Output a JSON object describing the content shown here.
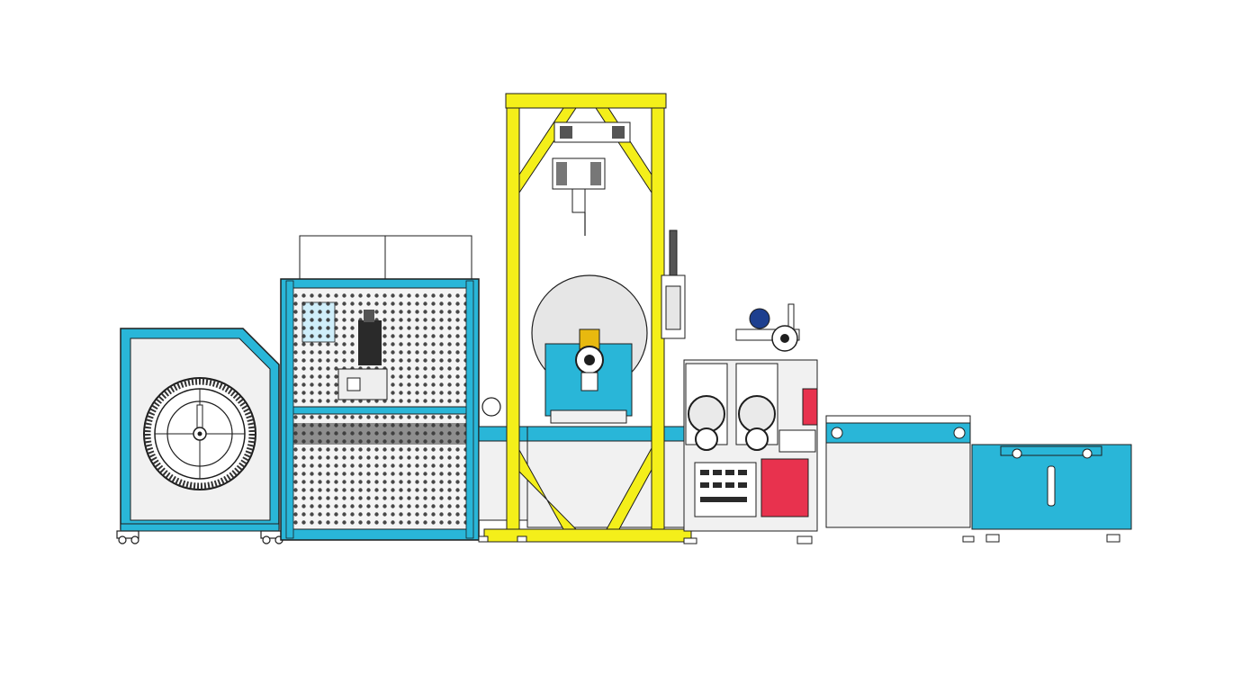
{
  "figure": {
    "kind": "machine line side elevation (CAD line drawing)",
    "text_labels": []
  },
  "palette": {
    "background": "#ffffff",
    "frame_cyan": "#29b6d8",
    "panel_light": "#f1f1f1",
    "gantry_yellow": "#f4ef1a",
    "guard_red": "#e8324e",
    "line_dark": "#1e1e1e",
    "pale_blue": "#cfeefa",
    "reel_gray": "#e6e6e6"
  },
  "modules": [
    {
      "id": "unwind-reel-cabinet",
      "icon": "reel-wheel-icon"
    },
    {
      "id": "mesh-guard-cell",
      "icon": "mesh-guard-icon"
    },
    {
      "id": "gantry-hoist-station",
      "icon": "hoist-icon"
    },
    {
      "id": "double-head-forming-unit",
      "icon": "forming-heads-icon"
    },
    {
      "id": "output-conveyor",
      "icon": "conveyor-icon"
    },
    {
      "id": "end-cabinet",
      "icon": "cabinet-icon"
    }
  ]
}
